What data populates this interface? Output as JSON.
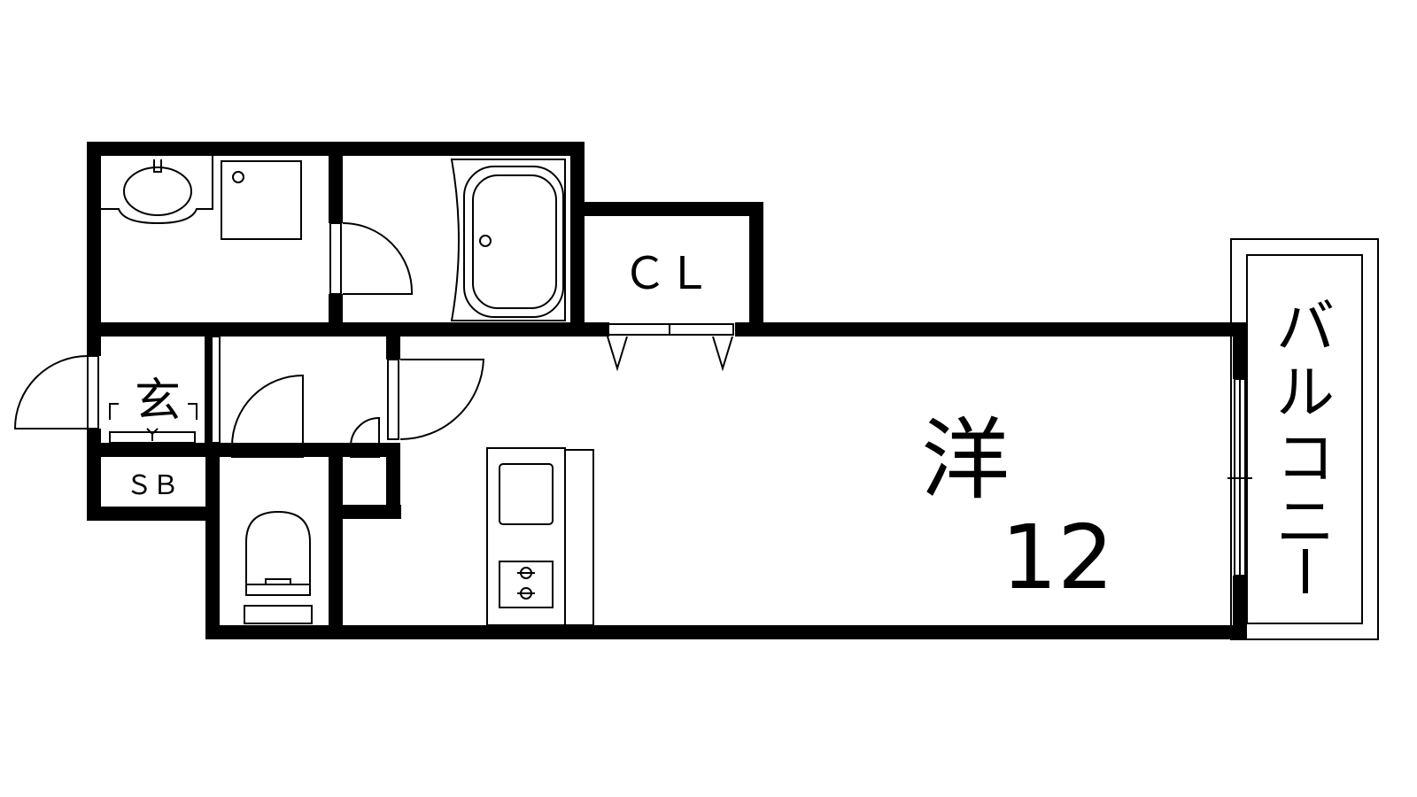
{
  "floor_plan": {
    "rooms": {
      "western": {
        "label": "洋",
        "size": "12"
      },
      "closet": {
        "label": "ＣＬ"
      },
      "entrance": {
        "label": "玄"
      },
      "shoe_box": {
        "label": "ＳＢ"
      },
      "balcony": {
        "label": "バルコニー"
      }
    },
    "colors": {
      "wall": "#000000",
      "line": "#000000",
      "background": "#ffffff"
    }
  }
}
